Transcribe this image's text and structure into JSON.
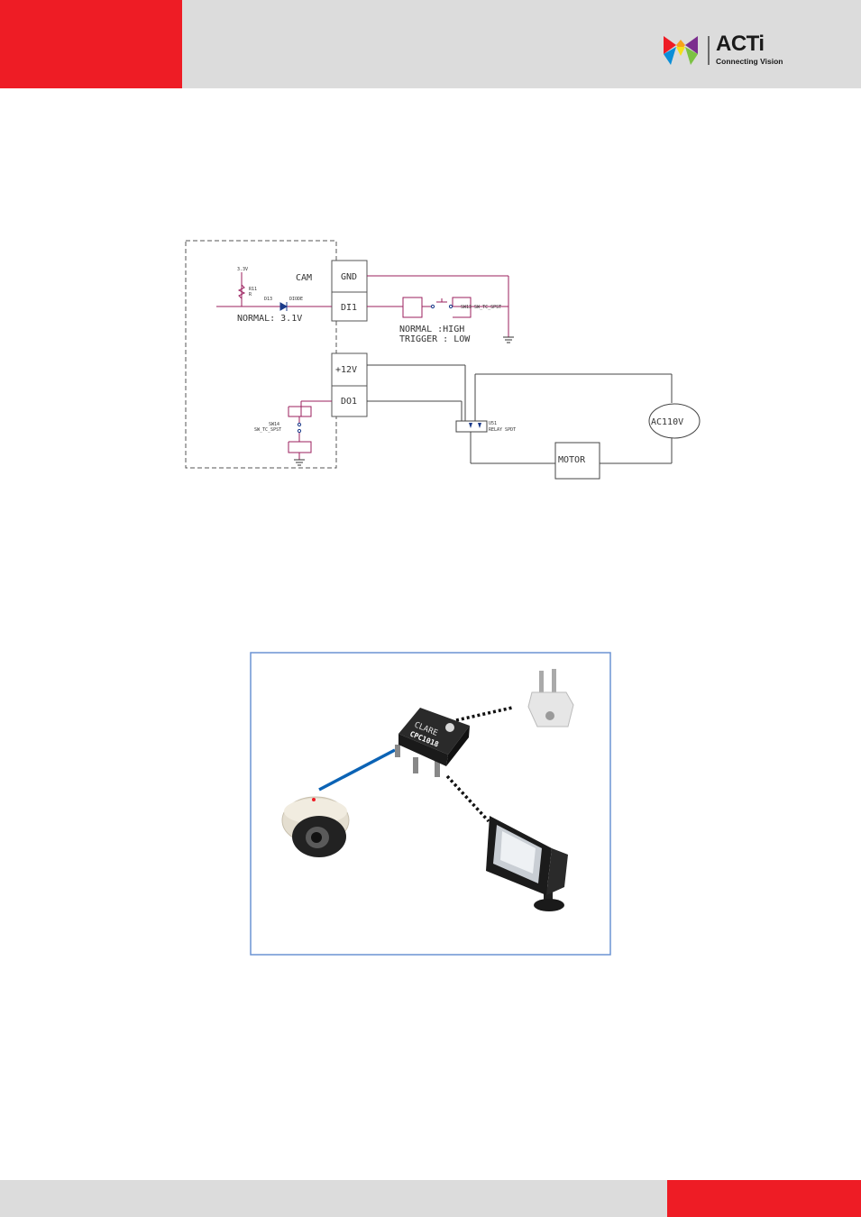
{
  "brand": {
    "name": "ACTi",
    "tagline": "Connecting Vision",
    "colors": {
      "red": "#ee1c25",
      "gray": "#dcdcdc",
      "blue": "#0b63b5",
      "schematic_line": "#9b1f5e"
    }
  },
  "schematic": {
    "cam_label": "CAM",
    "terminals": {
      "gnd": "GND",
      "di1": "DI1",
      "plus12v": "+12V",
      "do1": "DO1"
    },
    "supply_label": "3.3V",
    "resistor_label": "R11",
    "resistor_value": "R",
    "diode_ref": "D13",
    "diode_label": "DIODE",
    "normal_voltage": "NORMAL: 3.1V",
    "switch1_label": "SW13  SW_TC_SPST",
    "di_normal": "NORMAL :HIGH",
    "di_trigger": "TRIGGER : LOW",
    "switch2_ref": "SW14",
    "switch2_label": "SW_TC_SPST",
    "relay_ref": "U51",
    "relay_label": "RELAY SPDT",
    "motor_label": "MOTOR",
    "ac_label": "AC110V"
  },
  "illustration": {
    "chip_brand": "CLARE",
    "chip_model": "CPC1018",
    "camera_icon": "dome-camera-icon",
    "plug_icon": "power-plug-icon",
    "light_icon": "flood-light-icon",
    "chip_icon": "relay-chip-icon"
  }
}
